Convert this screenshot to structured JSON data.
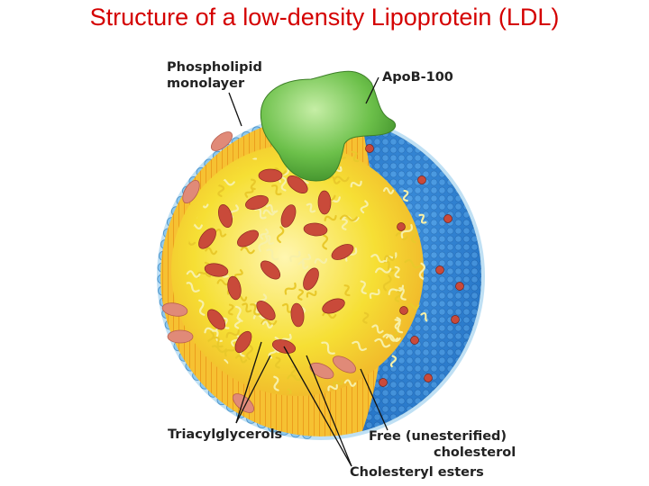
{
  "title": "Structure of a low-density Lipoprotein (LDL)",
  "labels": {
    "phospholipid_line1": "Phospholipid",
    "phospholipid_line2": "monolayer",
    "apob": "ApoB-100",
    "triacylglycerols": "Triacylglycerols",
    "free_chol_line1": "Free (unesterified)",
    "free_chol_line2": "cholesterol",
    "cholesteryl_esters": "Cholesteryl esters"
  },
  "colors": {
    "title": "#d40000",
    "phospholipid_heads": "#8ec8ec",
    "surface_blue": "#2f86d6",
    "core_yellow": "#f6df34",
    "tail_orange": "#f2a01e",
    "apob_green": "#6cc04a",
    "cholesterol_red": "#c94a3a",
    "ester_salmon": "#e08a78"
  }
}
